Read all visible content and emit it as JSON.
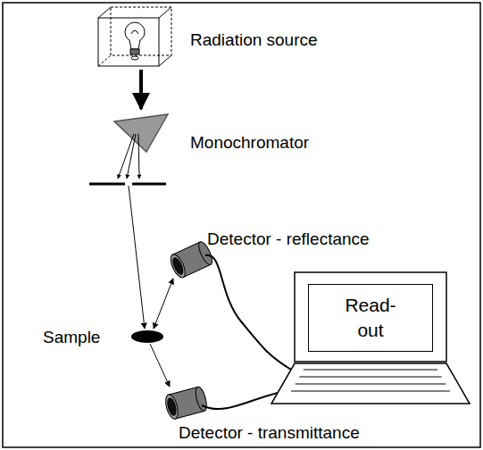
{
  "diagram": {
    "nodes": [
      {
        "text": [
          "Read-out"
        ]
      }
    ],
    "labels": [
      "Radiation source",
      "Monochromator",
      "Detector - reflectance",
      "Sample",
      "Detector - transmittance"
    ]
  }
}
